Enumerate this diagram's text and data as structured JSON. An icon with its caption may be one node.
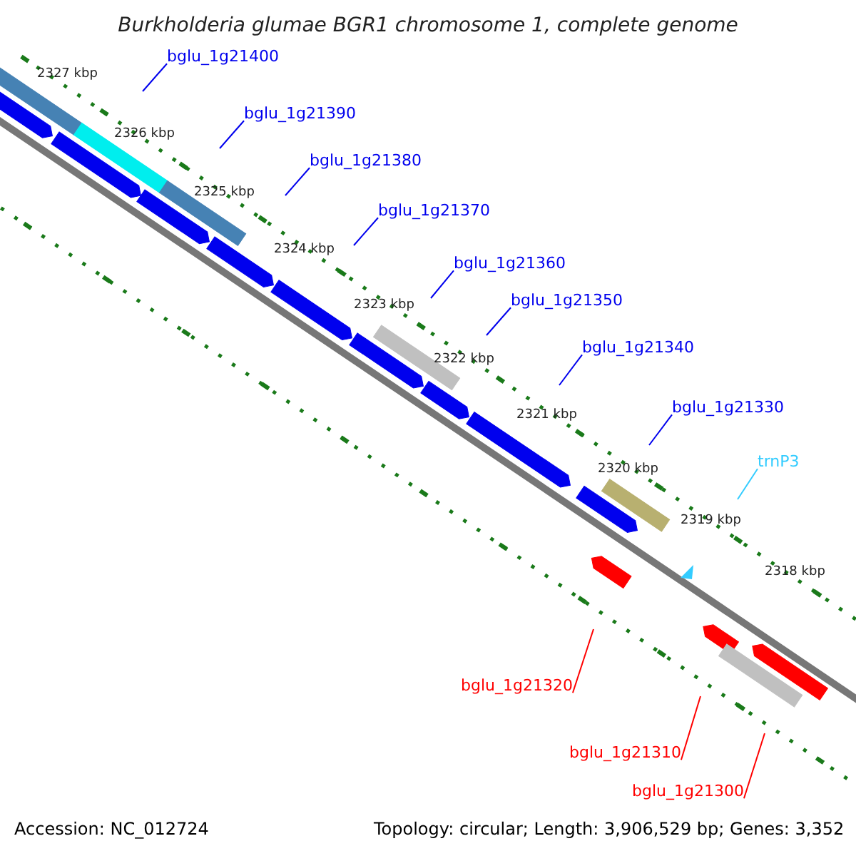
{
  "diagram": {
    "title": "Burkholderia glumae BGR1 chromosome 1, complete genome",
    "nodes": [
      {
        "text": [
          "bglu_1g21400"
        ]
      },
      {
        "text": [
          "bglu_1g21390"
        ]
      },
      {
        "text": [
          "bglu_1g21380"
        ]
      },
      {
        "text": [
          "bglu_1g21370"
        ]
      },
      {
        "text": [
          "bglu_1g21360"
        ]
      },
      {
        "text": [
          "bglu_1g21350"
        ]
      },
      {
        "text": [
          "bglu_1g21340"
        ]
      },
      {
        "text": [
          "bglu_1g21330"
        ]
      },
      {
        "text": [
          "trnP3"
        ]
      },
      {
        "text": [
          "bglu_1g21320"
        ]
      },
      {
        "text": [
          "bglu_1g21310"
        ]
      },
      {
        "text": [
          "bglu_1g21300"
        ]
      }
    ],
    "edges": [
      {
        "from": 0,
        "to": null,
        "arrow": "none"
      },
      {
        "from": 1,
        "to": null,
        "arrow": "none"
      },
      {
        "from": 2,
        "to": null,
        "arrow": "none"
      },
      {
        "from": 3,
        "to": null,
        "arrow": "none"
      },
      {
        "from": 4,
        "to": null,
        "arrow": "none"
      },
      {
        "from": 5,
        "to": null,
        "arrow": "none"
      },
      {
        "from": 6,
        "to": null,
        "arrow": "none"
      },
      {
        "from": 7,
        "to": null,
        "arrow": "none"
      },
      {
        "from": 8,
        "to": null,
        "arrow": "none",
        "color": "#33ccff"
      },
      {
        "from": 9,
        "to": null,
        "arrow": "none",
        "color": "#ff0000"
      },
      {
        "from": 10,
        "to": null,
        "arrow": "none",
        "color": "#ff0000"
      },
      {
        "from": 11,
        "to": null,
        "arrow": "none",
        "color": "#ff0000"
      }
    ],
    "labels": [
      "2327 kbp",
      "2326 kbp",
      "2325 kbp",
      "2324 kbp",
      "2323 kbp",
      "2322 kbp",
      "2321 kbp",
      "2320 kbp",
      "2319 kbp",
      "2318 kbp",
      "Accession: NC_012724",
      "Topology: circular; Length: 3,906,529 bp; Genes: 3,352"
    ]
  }
}
